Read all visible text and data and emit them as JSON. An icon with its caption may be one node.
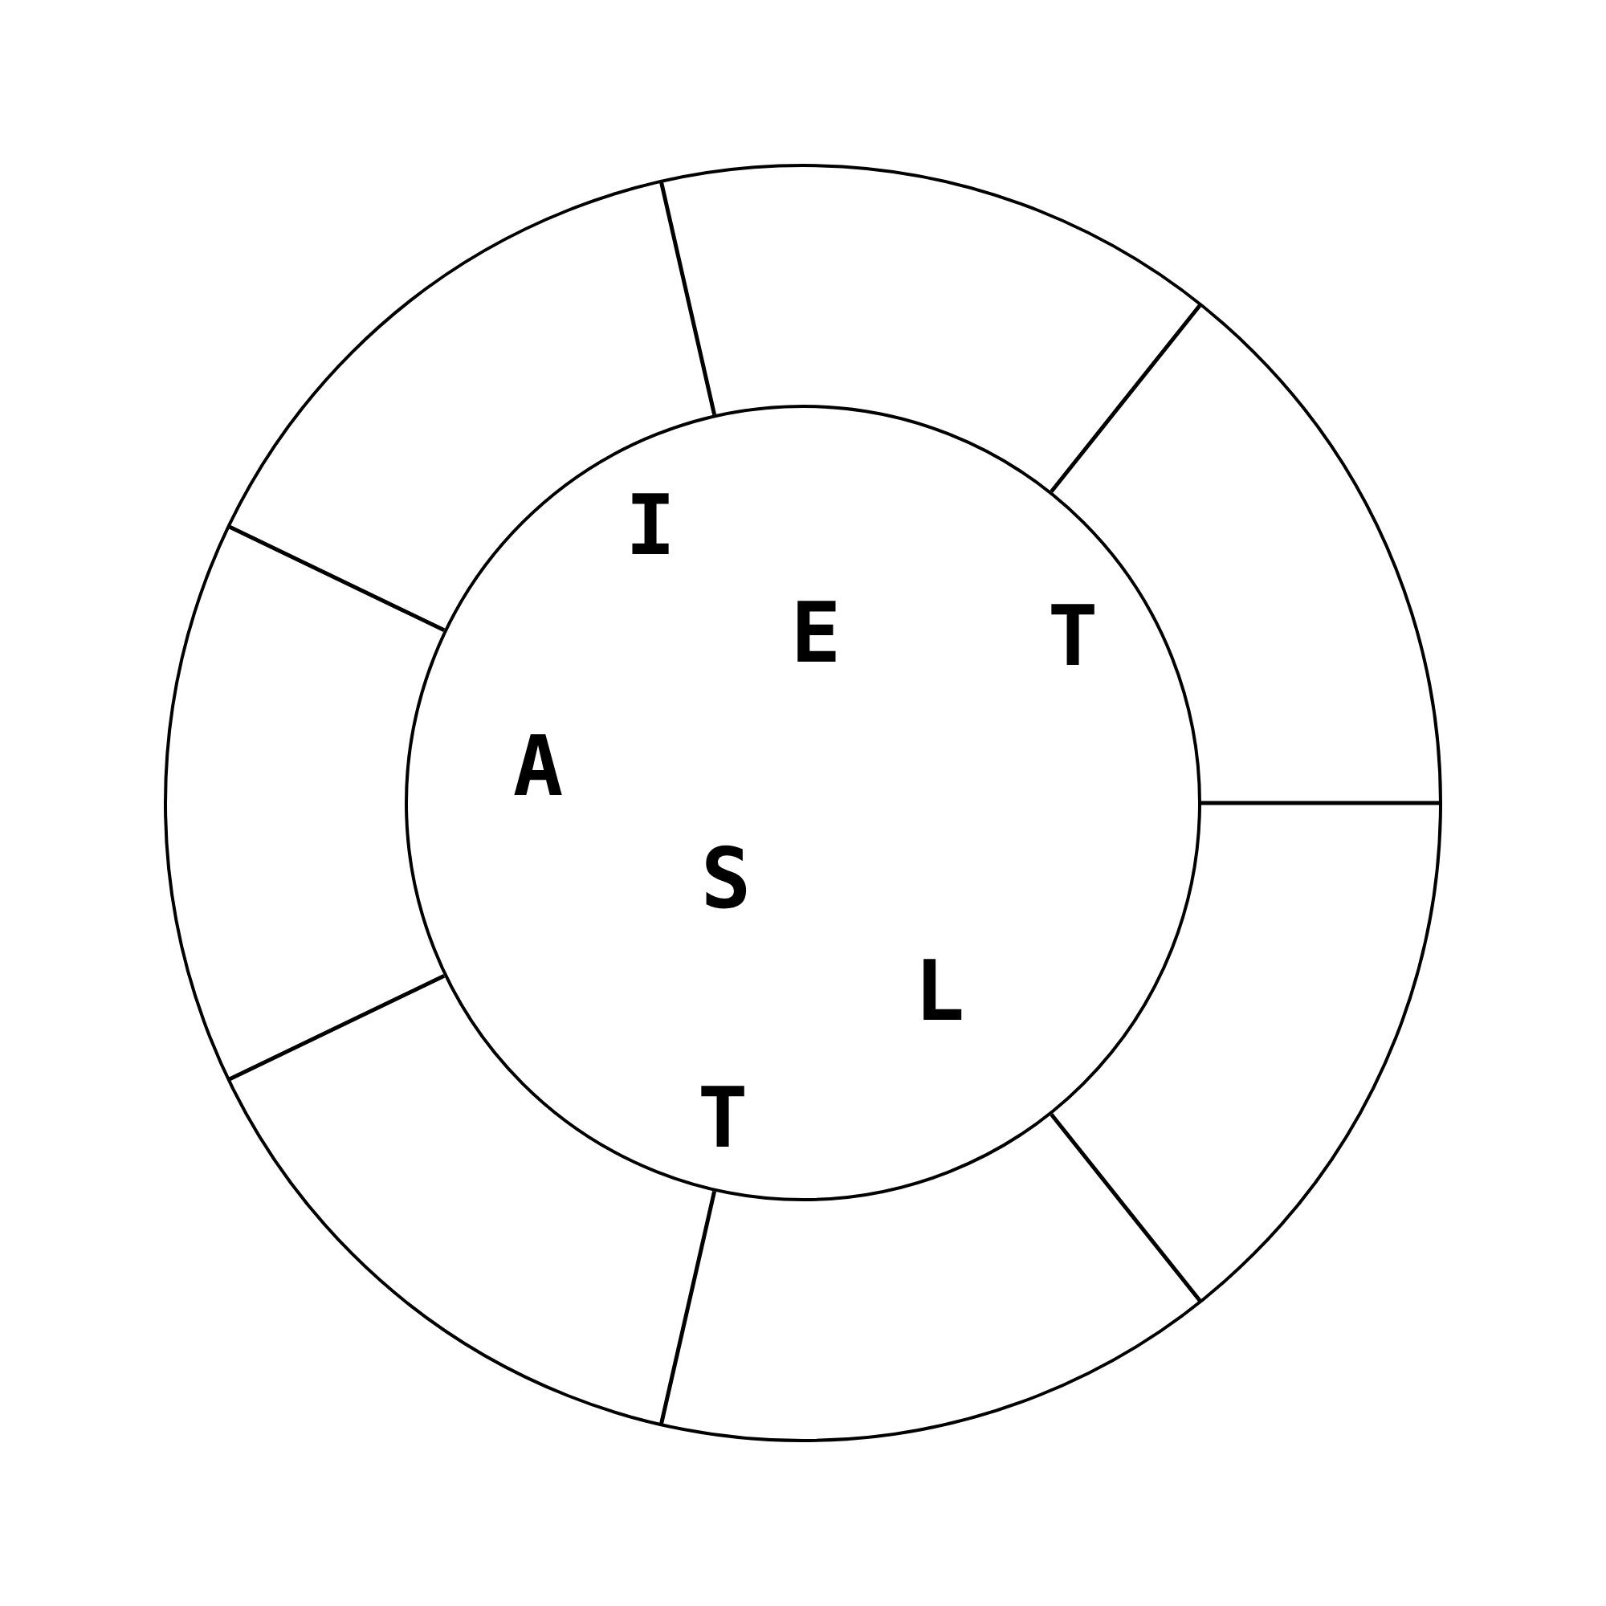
{
  "diagram": {
    "nodes": [
      {
        "text": [],
        "shape": "circle"
      },
      {
        "text": [
          "I",
          "E",
          "T",
          "A",
          "S",
          "L",
          "T"
        ],
        "in": 0
      }
    ]
  }
}
